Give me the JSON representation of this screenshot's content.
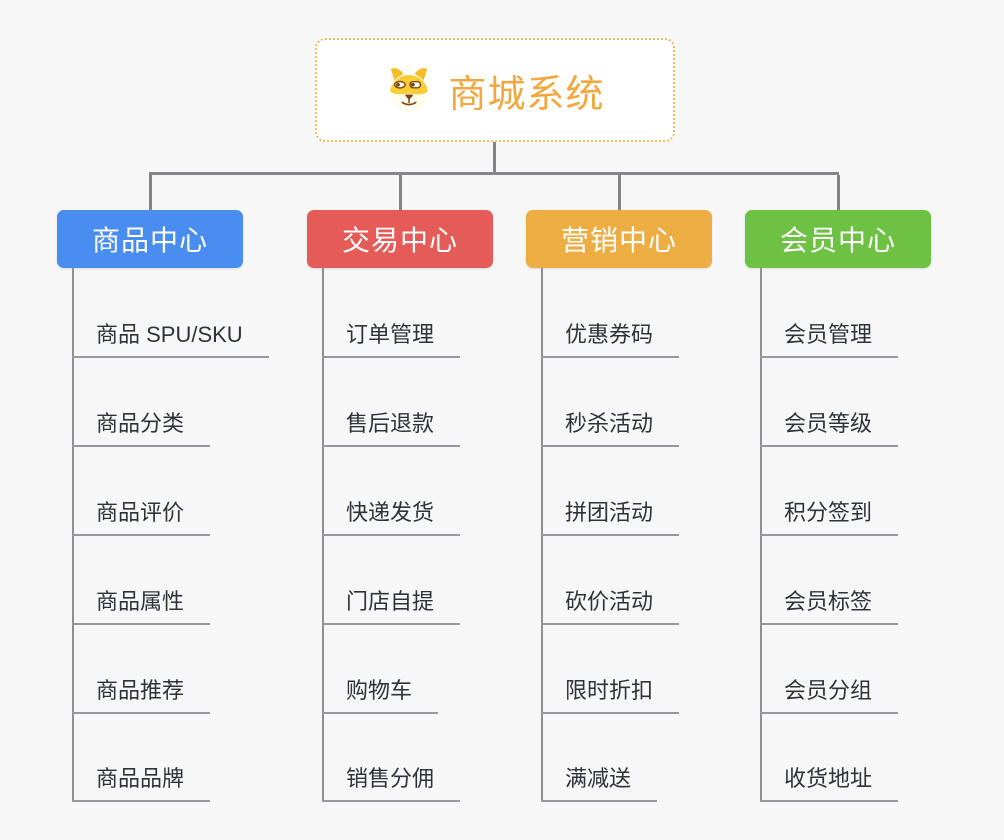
{
  "diagram": {
    "type": "mindmap-org-chart",
    "background_color": "#f7f7f8",
    "connector_color": "#838588",
    "root": {
      "label": "商城系统",
      "icon": "dog-face-icon",
      "text_color": "#f2a83e",
      "border_color": "#f7ba5e",
      "background_color": "#ffffff"
    },
    "branches": [
      {
        "label": "商品中心",
        "color": "#4a8df0",
        "items": [
          "商品 SPU/SKU",
          "商品分类",
          "商品评价",
          "商品属性",
          "商品推荐",
          "商品品牌"
        ]
      },
      {
        "label": "交易中心",
        "color": "#e55b57",
        "items": [
          "订单管理",
          "售后退款",
          "快递发货",
          "门店自提",
          "购物车",
          "销售分佣"
        ]
      },
      {
        "label": "营销中心",
        "color": "#ecad43",
        "items": [
          "优惠券码",
          "秒杀活动",
          "拼团活动",
          "砍价活动",
          "限时折扣",
          "满减送"
        ]
      },
      {
        "label": "会员中心",
        "color": "#6dc243",
        "items": [
          "会员管理",
          "会员等级",
          "积分签到",
          "会员标签",
          "会员分组",
          "收货地址"
        ]
      }
    ]
  }
}
